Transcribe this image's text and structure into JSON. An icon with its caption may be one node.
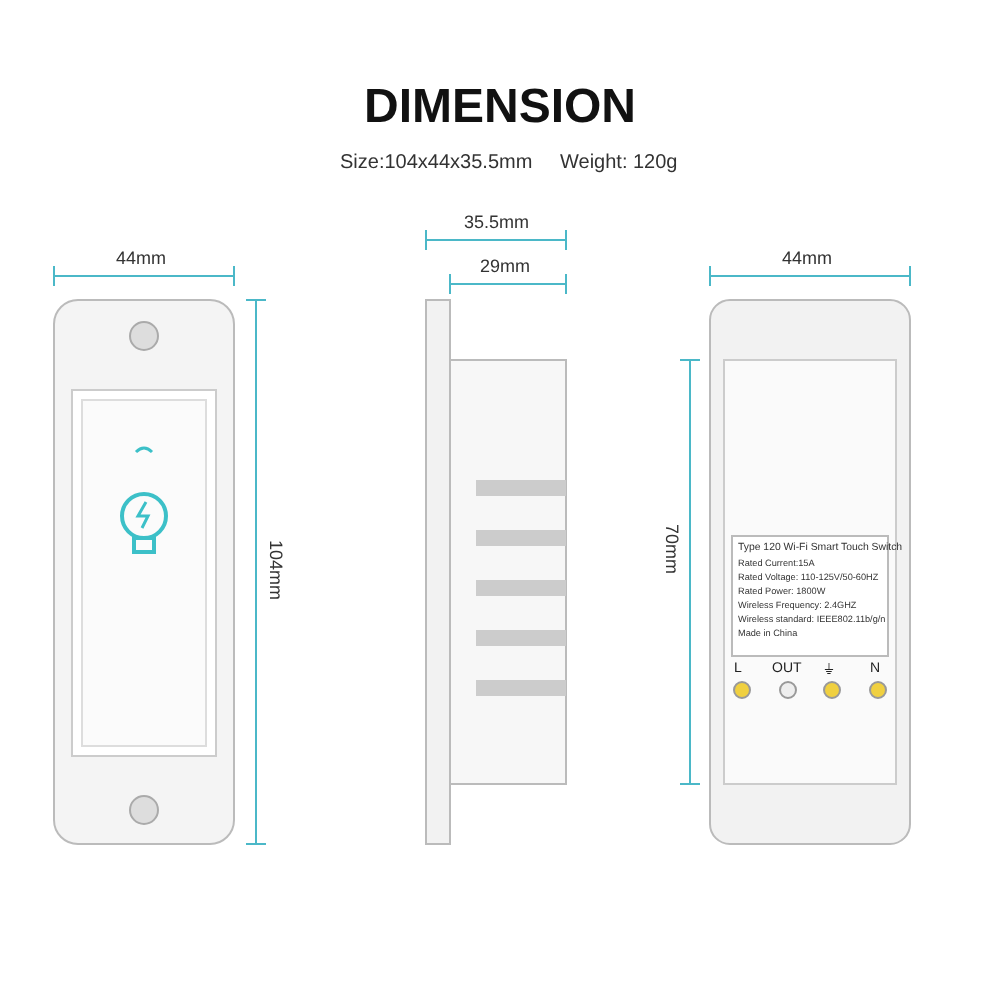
{
  "diagram": {
    "title": "DIMENSION",
    "labels": [
      "Size:104x44x35.5mm",
      "Weight: 120g",
      "44mm",
      "104mm",
      "35.5mm",
      "29mm",
      "44mm",
      "70mm",
      "Type 120 Wi-Fi Smart Touch Switch",
      "Rated Current:15A",
      "Rated Voltage: 110-125V/50-60HZ",
      "Rated Power: 1800W",
      "Wireless Frequency: 2.4GHZ",
      "Wireless standard: IEEE802.11b/g/n",
      "Made in China",
      "L",
      "OUT",
      "⏚",
      "N"
    ]
  }
}
